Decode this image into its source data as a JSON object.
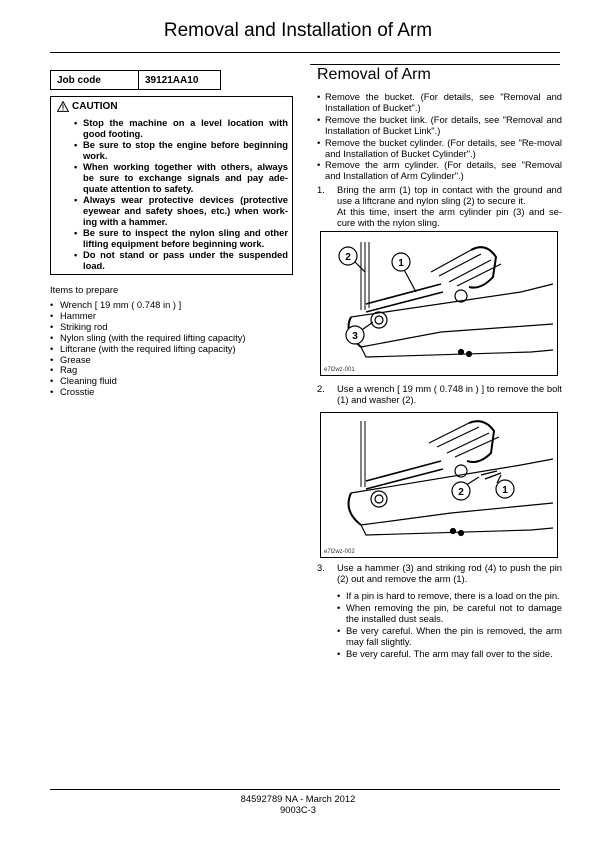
{
  "page": {
    "title": "Removal and Installation of Arm"
  },
  "job_code": {
    "label": "Job code",
    "value": "39121AA10"
  },
  "caution": {
    "heading": "CAUTION",
    "items": [
      "Stop the machine on a level location with good footing.",
      "Be sure to stop the engine before beginning work.",
      "When working together with others, always be sure to exchange signals and pay ade-quate attention to safety.",
      "Always wear protective devices (protective eyewear and safety shoes, etc.) when work-ing with a hammer.",
      "Be sure to inspect the nylon sling and other lifting equipment before beginning work.",
      "Do not stand or pass under the suspended load."
    ]
  },
  "prepare": {
    "heading": "Items to prepare",
    "items": [
      "Wrench [ 19 mm ( 0.748 in ) ]",
      "Hammer",
      "Striking rod",
      "Nylon sling (with the required lifting capacity)",
      "Liftcrane (with the required lifting capacity)",
      "Grease",
      "Rag",
      "Cleaning fluid",
      "Crosstie"
    ]
  },
  "removal": {
    "heading": "Removal of Arm",
    "intro": [
      "Remove the bucket. (For details, see \"Removal and Installation of Bucket\".)",
      "Remove the bucket link. (For details, see \"Removal and Installation of Bucket Link\".)",
      "Remove the bucket cylinder. (For details, see \"Re-moval and Installation of Bucket Cylinder\".)",
      "Remove the arm cylinder. (For details, see \"Removal and Installation of Arm Cylinder\".)"
    ],
    "steps": [
      {
        "num": "1.",
        "text": "Bring the arm (1) top in contact with the ground and use a liftcrane and nylon sling (2) to secure it.",
        "text2": "At this time, insert the arm cylinder pin (3) and se-cure with the nylon sling."
      },
      {
        "num": "2.",
        "text": "Use a wrench [ 19 mm ( 0.748 in ) ] to remove the bolt (1) and washer (2)."
      },
      {
        "num": "3.",
        "text": "Use a hammer (3) and striking rod (4) to push the pin (2) out and remove the arm (1)."
      }
    ],
    "step3_notes": [
      "If a pin is hard to remove, there is a load on the pin.",
      "When removing the pin, be careful not to damage the installed dust seals.",
      "Be very careful. When the pin is removed, the arm may fall slightly.",
      "Be very careful. The arm may fall over to the side."
    ],
    "figures": [
      {
        "caption": "e7l2wz-001",
        "callouts": [
          "2",
          "1",
          "3"
        ]
      },
      {
        "caption": "e7l2wz-002",
        "callouts": [
          "2",
          "1"
        ]
      }
    ]
  },
  "footer": {
    "line1": "84592789 NA - March 2012",
    "line2": "9003C-3"
  }
}
